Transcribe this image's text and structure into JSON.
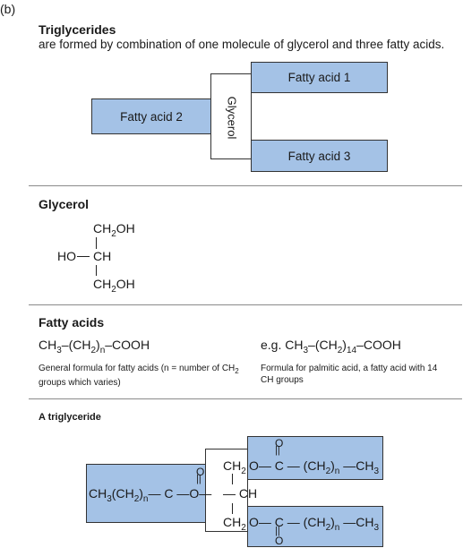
{
  "panel_label": "(b)",
  "triglycerides": {
    "title": "Triglycerides",
    "description": "are formed by combination of one molecule of glycerol and three fatty acids.",
    "fatty_acid_1": "Fatty acid 1",
    "fatty_acid_2": "Fatty acid 2",
    "fatty_acid_3": "Fatty acid 3",
    "glycerol": "Glycerol"
  },
  "glycerol": {
    "title": "Glycerol",
    "ch2oh_top": "CH2OH",
    "ho": "HO",
    "ch": "CH",
    "ch2oh_bottom": "CH2OH"
  },
  "fatty_acids": {
    "title": "Fatty acids",
    "general_formula": "CH3–(CH2)n–COOH",
    "general_caption": "General formula for fatty acids (n = number of CH2 groups which varies)",
    "example_formula": "e.g. CH3–(CH2)14–COOH",
    "example_caption": "Formula for palmitic acid, a fatty acid with 14 CH groups"
  },
  "a_triglyceride": {
    "title": "A triglyceride",
    "left_chain": "CH3(CH2)n— C —O",
    "carbonyl_o": "O",
    "ch2_top": "CH2",
    "ch": "CH",
    "ch2_bottom": "CH2",
    "ester_top": "O— C — (CH2)n —CH3",
    "ester_bottom": "O— C — (CH2)n —CH3"
  }
}
